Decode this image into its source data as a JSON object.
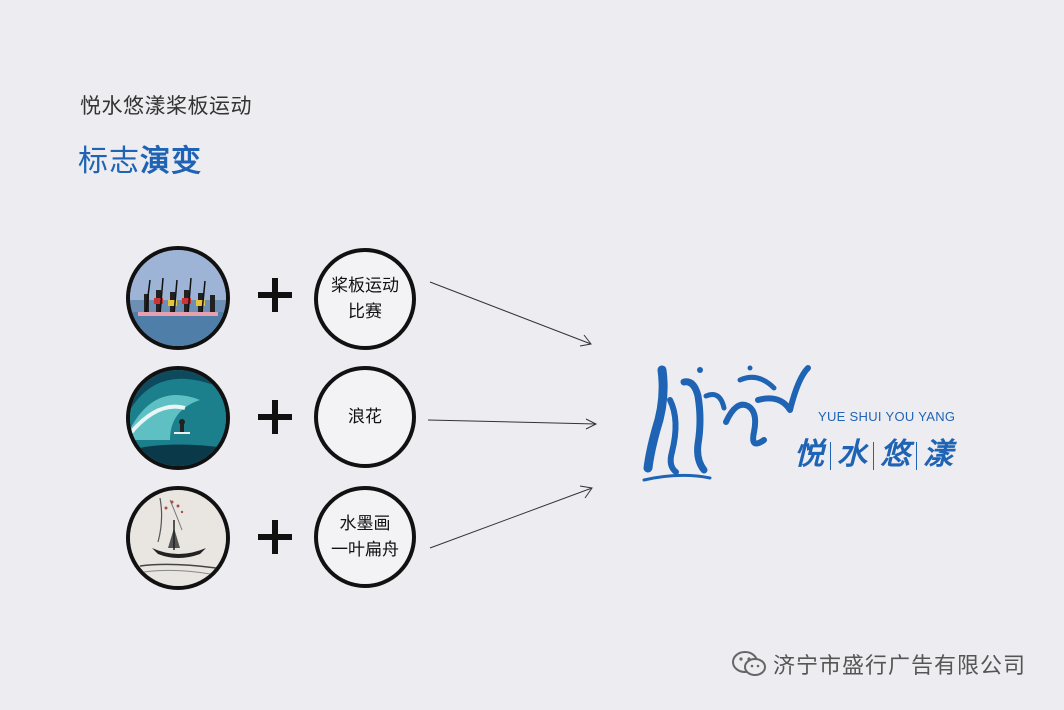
{
  "header": {
    "subtitle": "悦水悠漾桨板运动",
    "title_regular": "标志",
    "title_bold": "演变"
  },
  "rows": [
    {
      "photo_icon": "paddleboard-race-photo-icon",
      "concept": "桨板运动\n比赛"
    },
    {
      "photo_icon": "wave-surfer-photo-icon",
      "concept": "浪花"
    },
    {
      "photo_icon": "ink-painting-boat-photo-icon",
      "concept": "水墨画\n一叶扁舟"
    }
  ],
  "logo": {
    "english": "YUE SHUI YOU YANG",
    "chinese": [
      "悦",
      "水",
      "悠",
      "漾"
    ]
  },
  "watermark": {
    "text": "济宁市盛行广告有限公司"
  },
  "colors": {
    "accent": "#1f64b4",
    "background": "#ededf1"
  }
}
